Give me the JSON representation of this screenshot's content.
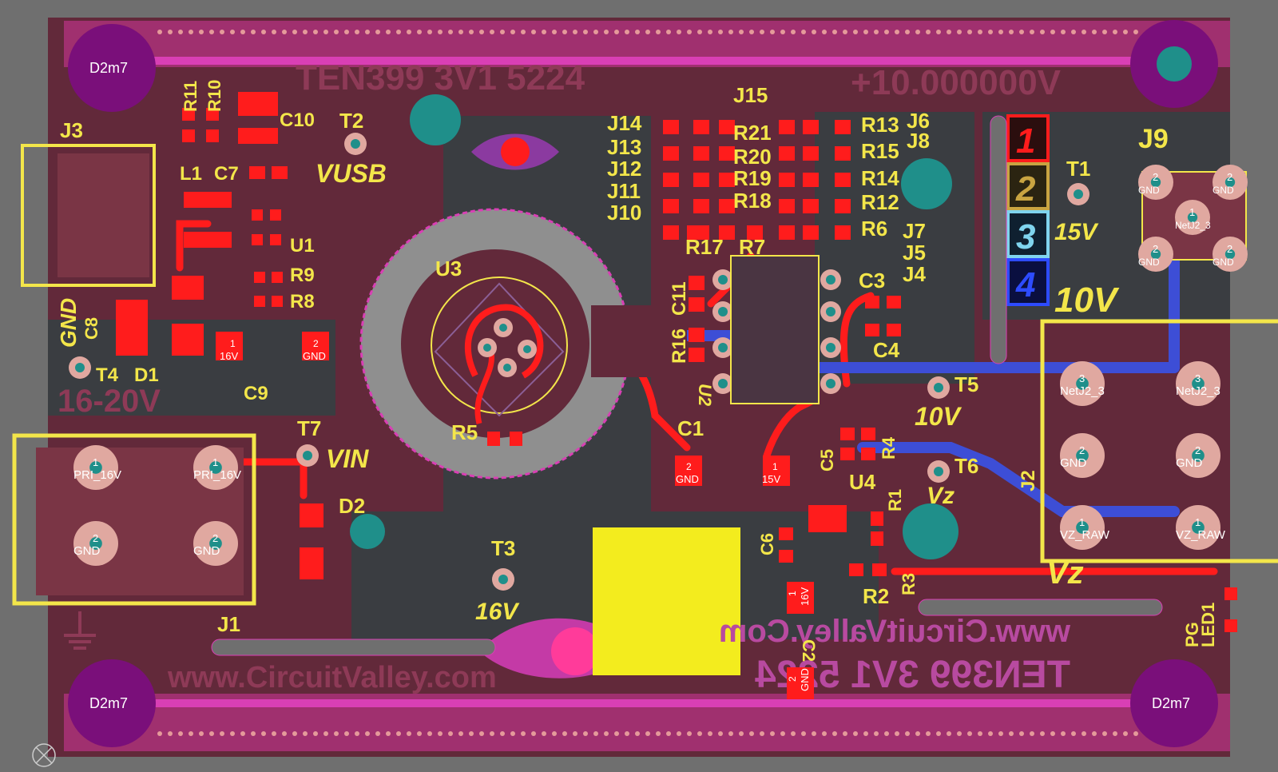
{
  "app": {
    "view": "PCB 2D layout view"
  },
  "board": {
    "title": "TEN399 3V1 5224",
    "voltage_readout": "+10.000000V",
    "website_top": "www.CircuitValley.com",
    "website_mirror": "www.CircuitValley.Com",
    "title_mirror": "TEN399 3V1 5224",
    "input_range": "16-20V"
  },
  "mount_holes": [
    "D2m7",
    "D2m7",
    "D2m7"
  ],
  "layer_legend": [
    "1",
    "2",
    "3",
    "4"
  ],
  "colors": {
    "board_bg": "#6b2d3e",
    "top_copper": "#ff1c1c",
    "bottom_copper": "#3d4ed6",
    "silkscreen": "#f3e64a",
    "keepout": "#d93fb5",
    "via": "#e59a9a",
    "mount_ring": "#7a0f7a",
    "mount_center": "#1f8f8a"
  },
  "designators": {
    "r11": "R11",
    "r10": "R10",
    "c10": "C10",
    "t2": "T2",
    "vusb": "VUSB",
    "j3": "J3",
    "l1": "L1",
    "c7": "C7",
    "u1": "U1",
    "r9": "R9",
    "r8": "R8",
    "gnd_side": "GND",
    "c8": "C8",
    "t4": "T4",
    "d1": "D1",
    "c9": "C9",
    "j15": "J15",
    "j14": "J14",
    "j13": "J13",
    "j12": "J12",
    "j11": "J11",
    "j10": "J10",
    "r21": "R21",
    "r20": "R20",
    "r19": "R19",
    "r18": "R18",
    "r13": "R13",
    "j6": "J6",
    "j8": "J8",
    "r15": "R15",
    "r14": "R14",
    "r12": "R12",
    "r6": "R6",
    "j7": "J7",
    "j5": "J5",
    "j4": "J4",
    "r17": "R17",
    "r7": "R7",
    "c11": "C11",
    "r16": "R16",
    "u2": "U2",
    "c3": "C3",
    "c4": "C4",
    "u3": "U3",
    "r5": "R5",
    "c1": "C1",
    "t5": "T5",
    "v10": "10V",
    "c5": "C5",
    "r4": "R4",
    "u4": "U4",
    "r1": "R1",
    "t6": "T6",
    "vz": "Vz",
    "c6": "C6",
    "r2": "R2",
    "r3": "R3",
    "c2": "C2",
    "t1": "T1",
    "v15": "15V",
    "j9": "J9",
    "big10v": "10V",
    "j2": "J2",
    "vz2": "Vz",
    "pg": "PG",
    "led1": "LED1",
    "t7": "T7",
    "vin": "VIN",
    "d2": "D2",
    "t3": "T3",
    "v16": "16V",
    "j1": "J1"
  },
  "pads": {
    "pri16v": "PRI_16V",
    "gnd": "GND",
    "netj2_3": "NetJ2_3",
    "vz_raw": "VZ_RAW",
    "v16": "16V",
    "v15": "15V",
    "n1": "1",
    "n2": "2",
    "n3": "3"
  }
}
